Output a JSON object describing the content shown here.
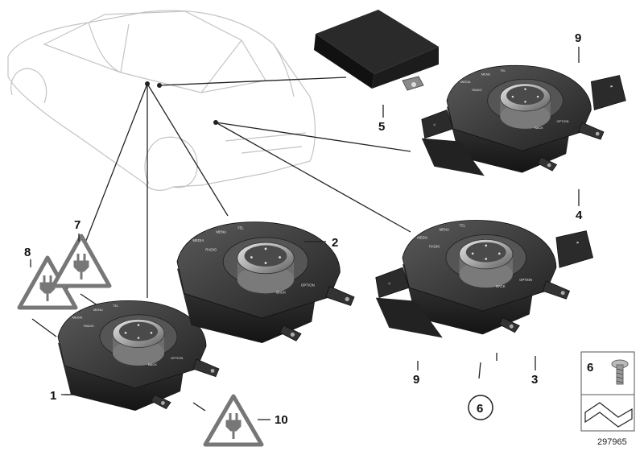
{
  "callouts": {
    "c1": "1",
    "c2": "2",
    "c3": "3",
    "c4": "4",
    "c5": "5",
    "c6": "6",
    "c7": "7",
    "c8": "8",
    "c9a": "9",
    "c9b": "9",
    "c10": "10",
    "legend_6": "6"
  },
  "button_labels": {
    "media": "MEDIA",
    "menu": "MENU",
    "tel": "TEL",
    "radio": "RADIO",
    "back": "BACK",
    "option": "OPTION"
  },
  "catalog_number": "297965"
}
